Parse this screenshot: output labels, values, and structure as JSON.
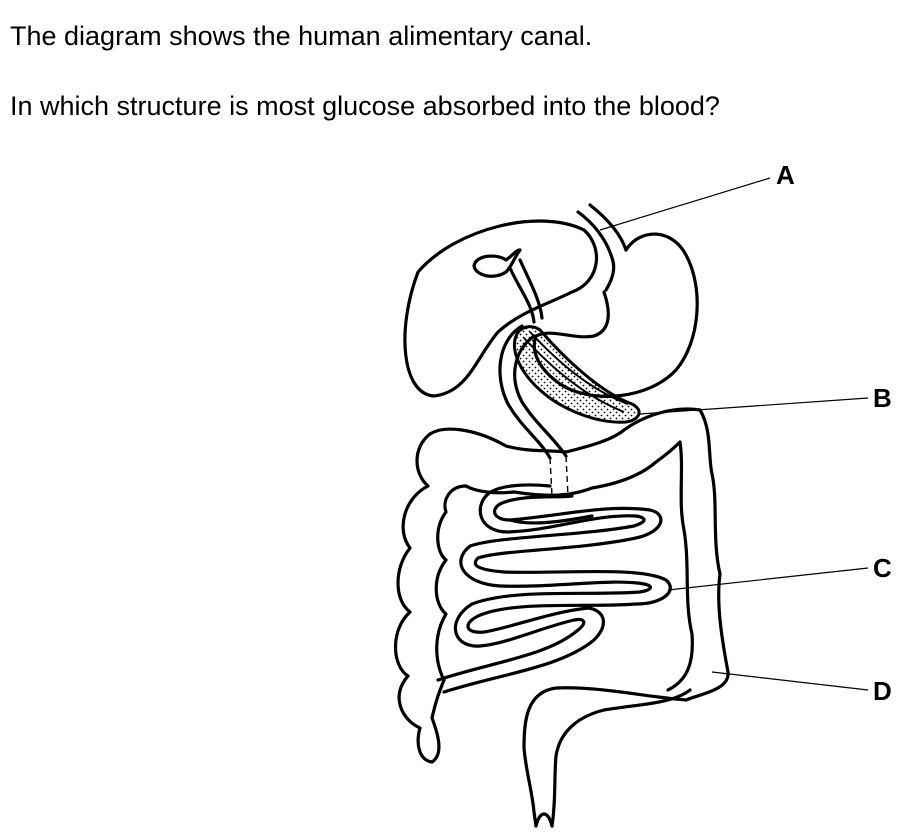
{
  "question": {
    "line1": "The diagram shows the human alimentary canal.",
    "line2": "In which structure is most glucose absorbed into the blood?"
  },
  "diagram": {
    "labels": {
      "a": "A",
      "b": "B",
      "c": "C",
      "d": "D"
    }
  }
}
